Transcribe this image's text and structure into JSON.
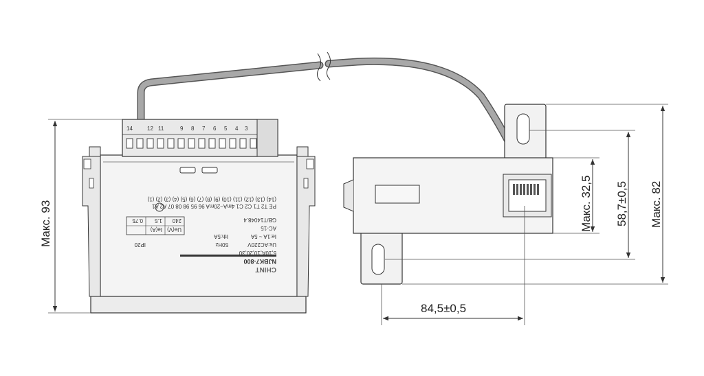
{
  "dimensions": {
    "height_max": "Макс. 93",
    "height_max_82": "Макс. 82",
    "ct_window": "Макс. 32,5",
    "mount_holes": "58,7±0,5",
    "width_ct": "84,5±0,5"
  },
  "terminal_numbers": [
    "14",
    "12",
    "11",
    "9",
    "8",
    "7",
    "6",
    "5",
    "4",
    "3"
  ],
  "front_label": {
    "brand": "CHINT",
    "model": "NJBK7-800",
    "range": "5,10A,10,20,30",
    "voltage": "Us:AC220V",
    "frequency": "50Hz",
    "current": "Ie:1A ~ 5A",
    "ith": "Ith:5A",
    "standard": "GB/T14048.4",
    "ac_class": "AC-15",
    "ip": "IP20",
    "table_header_u": "Ue(V)",
    "table_header_i": "Ie(A)",
    "table_u": "240",
    "table_i": "1.5",
    "table_extra": "0.75",
    "pin_labels": [
      "PE",
      "T2",
      "T1",
      "C2",
      "C1",
      "4mA~20mA",
      "96",
      "95",
      "98",
      "08",
      "07",
      "A2",
      "A1"
    ],
    "pin_numbers": [
      "14",
      "13",
      "12",
      "11",
      "10",
      "9",
      "8",
      "7",
      "6",
      "5",
      "4",
      "3",
      "2",
      "1"
    ]
  },
  "colors": {
    "line": "#333333",
    "cable": "#9b9b9b",
    "body_fill": "#f2f2f2",
    "terminal_fill": "#e6e6e6",
    "dark_part": "#555555"
  }
}
